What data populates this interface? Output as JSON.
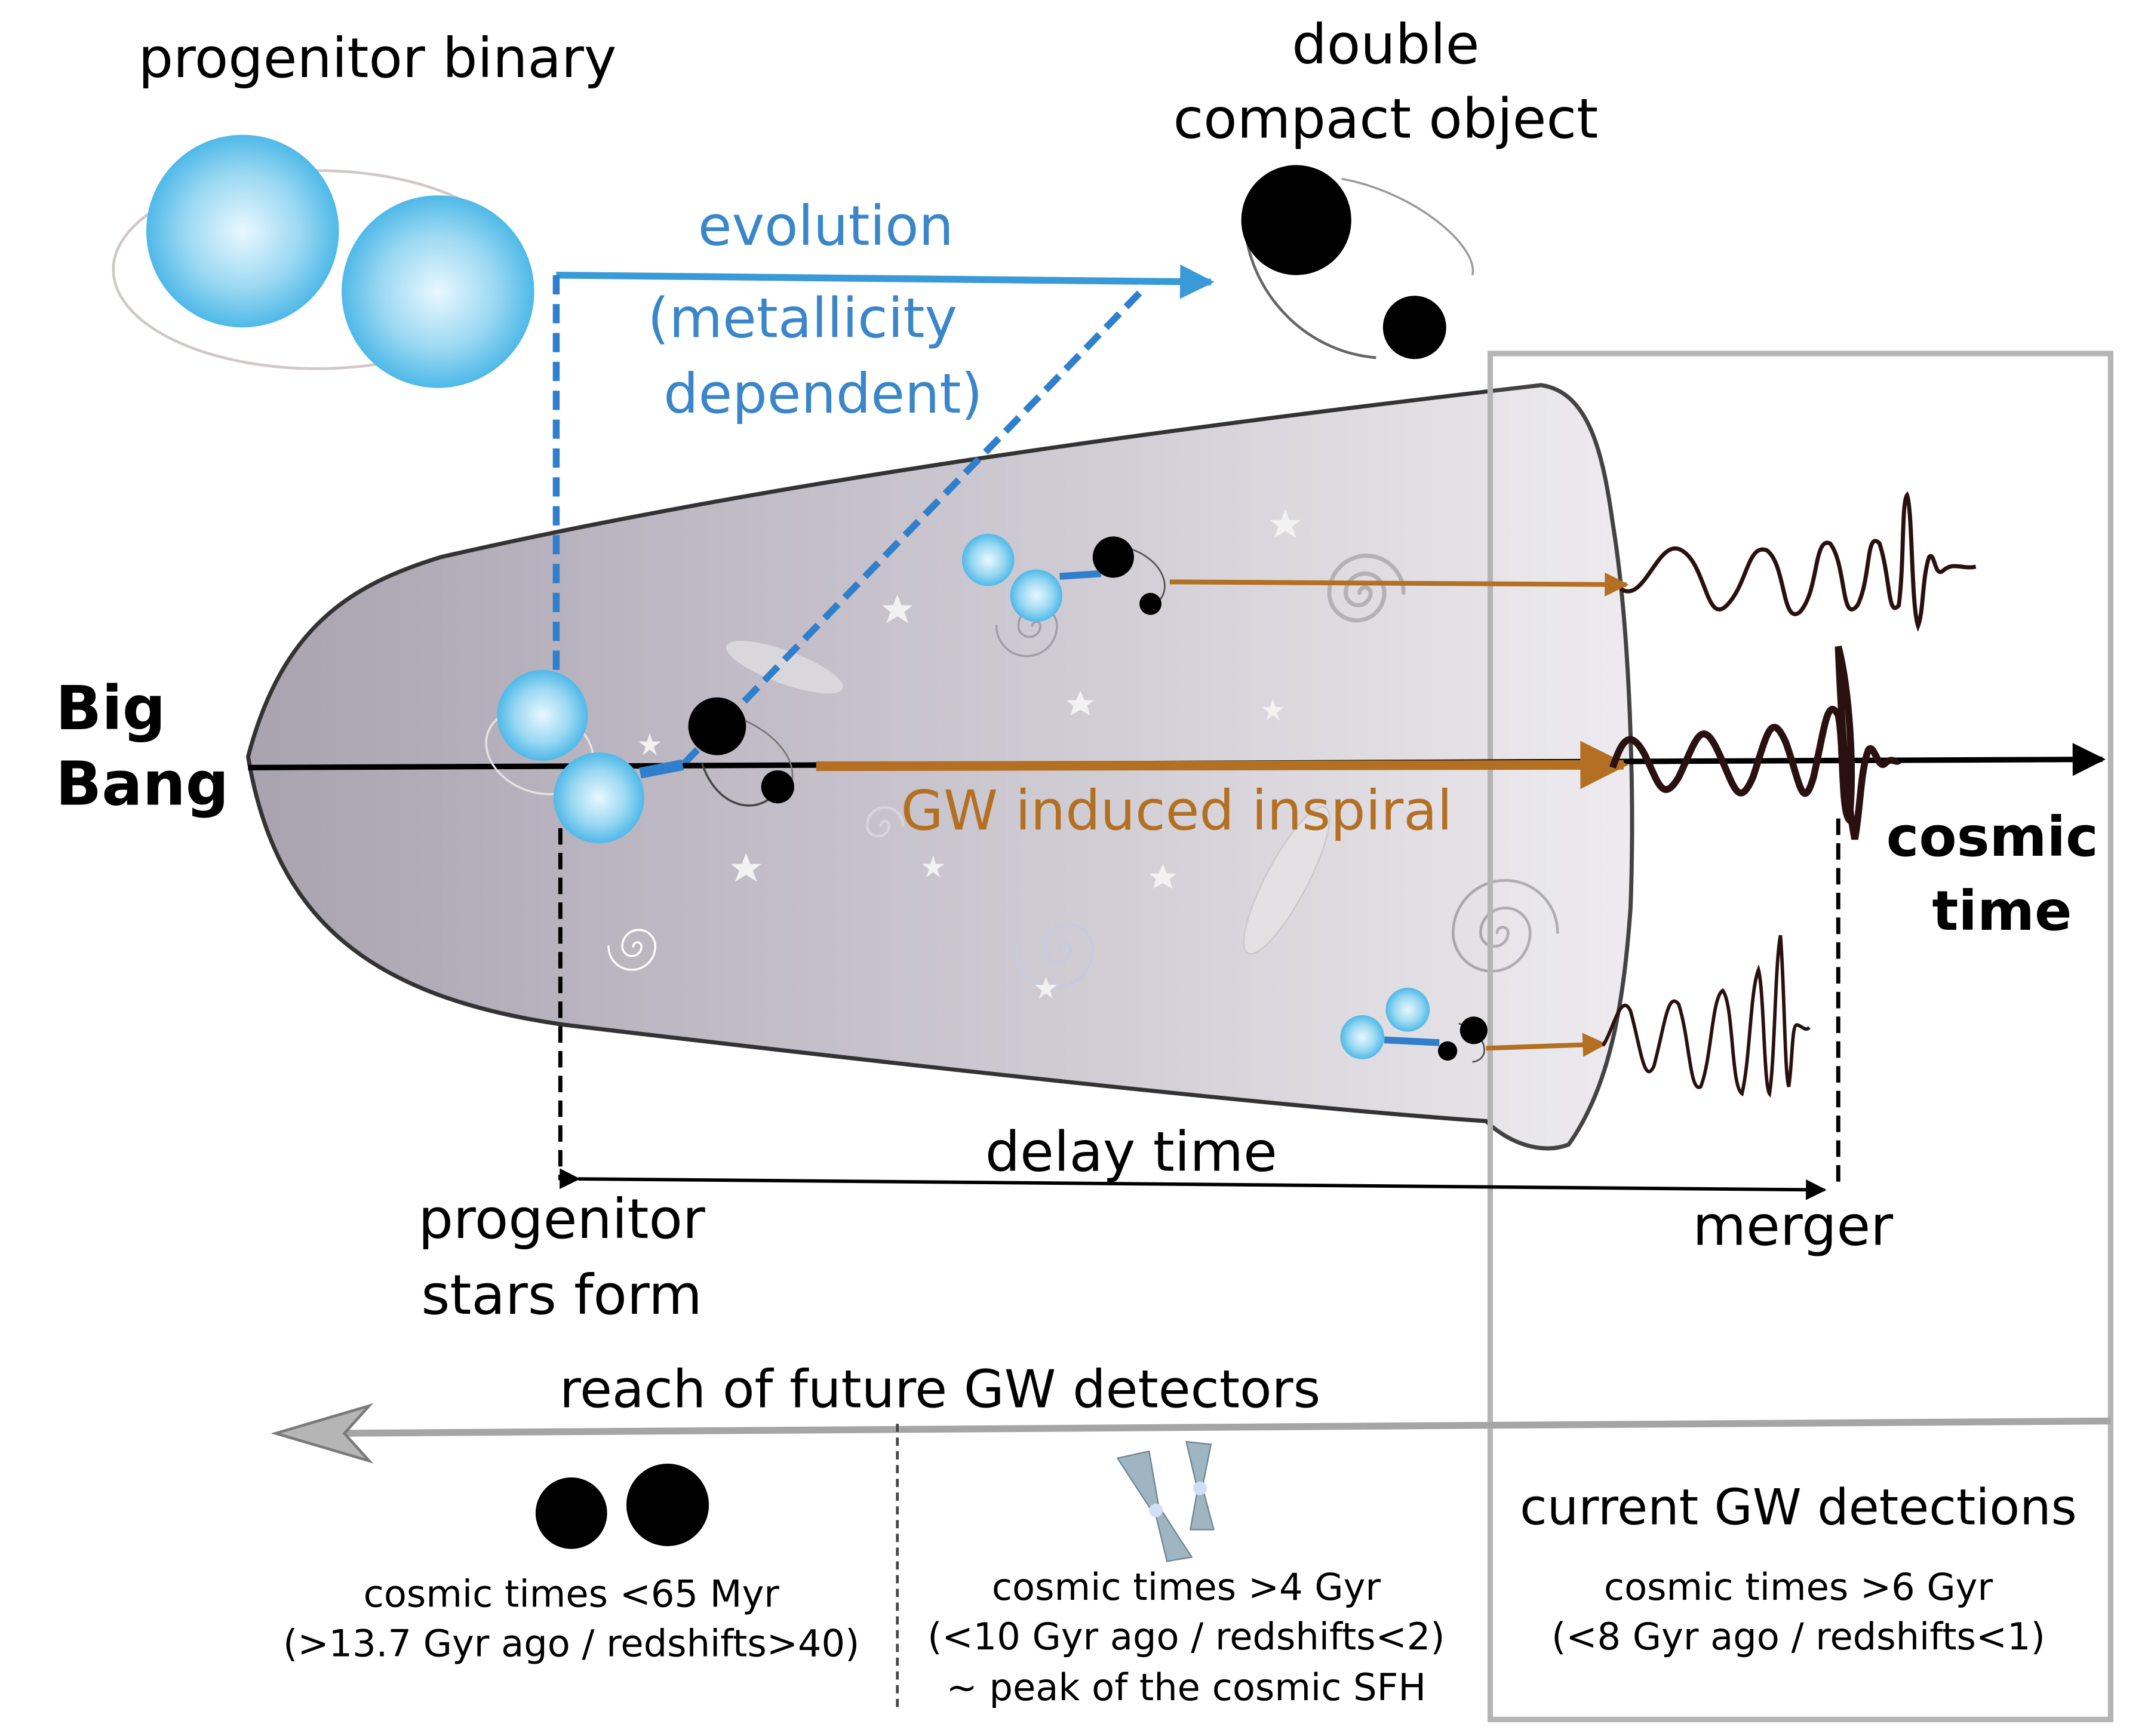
{
  "labels": {
    "progenitor_binary": "progenitor binary",
    "double_line1": "double",
    "double_line2": "compact object",
    "evolution": "evolution",
    "metallicity_line1": "(metallicity",
    "metallicity_line2": "dependent)",
    "big": "Big",
    "bang": "Bang",
    "gw_inspiral": "GW induced inspiral",
    "cosmic": "cosmic",
    "time": "time",
    "delay_time": "delay time",
    "progenitor_line1": "progenitor",
    "progenitor_line2": "stars form",
    "merger": "merger",
    "reach": "reach of future GW detectors",
    "current_detections": "current GW detections"
  },
  "panels": {
    "left": {
      "line1": "cosmic times <65 Myr",
      "line2": "(>13.7 Gyr ago / redshifts>40)"
    },
    "middle": {
      "line1": "cosmic times >4 Gyr",
      "line2": "(<10 Gyr ago / redshifts<2)",
      "line3": "~ peak of the cosmic SFH"
    },
    "right": {
      "line1": "cosmic times >6 Gyr",
      "line2": "(<8 Gyr ago / redshifts<1)"
    }
  },
  "colors": {
    "blue": "#3a86c8",
    "orange": "#b37022",
    "gray": "#a5a5a5",
    "black": "#000000",
    "wave": "#2a1010"
  }
}
